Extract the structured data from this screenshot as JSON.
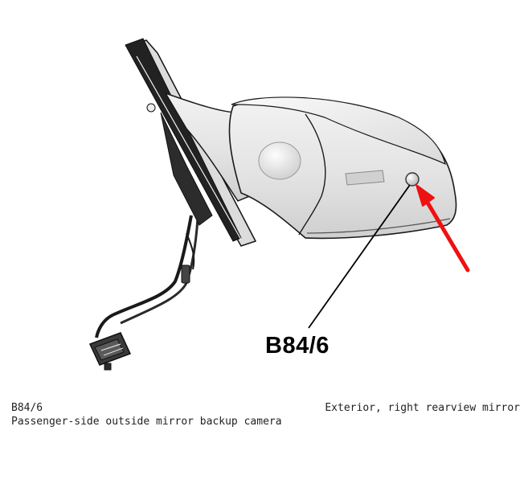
{
  "diagram": {
    "callout_label": "B84/6",
    "component_code": "B84/6",
    "component_description": "Passenger-side outside mirror backup camera",
    "location": "Exterior, right rearview mirror"
  },
  "colors": {
    "mirror_body": "#e6e6e6",
    "outline": "#1a1a1a",
    "arrow": "#ee1111",
    "gasket": "#222222"
  },
  "icons": [
    "red-arrow-pointer-icon"
  ]
}
